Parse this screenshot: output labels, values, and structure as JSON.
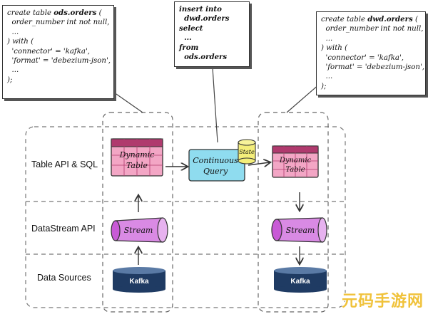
{
  "ods_box": {
    "lines": [
      "create table ",
      "ods.orders",
      " (",
      "  order_number int not null,",
      "  ...",
      ") with (",
      "  'connector' = 'kafka',",
      "  'format' = 'debezium-json',",
      "  ...",
      ");"
    ]
  },
  "ods_text": {
    "l1a": "create table ",
    "l1b": "ods.orders",
    "l1c": " (",
    "l2": "  order_number int not null,",
    "l3": "  ...",
    "l4": ") with (",
    "l5": "  'connector' = 'kafka',",
    "l6": "  'format' = 'debezium-json',",
    "l7": "  ...",
    "l8": ");"
  },
  "insert_text": {
    "l1": "insert into",
    "l2": "  dwd.orders",
    "l3": "select",
    "l4": "  ...",
    "l5": "from",
    "l6": "  ods.orders"
  },
  "dwd_text": {
    "l1a": "create table ",
    "l1b": "dwd.orders",
    "l1c": " (",
    "l2": "  order_number int not null,",
    "l3": "  ...",
    "l4": ") with (",
    "l5": "  'connector' = 'kafka',",
    "l6": "  'format' = 'debezium-json',",
    "l7": "  ...",
    "l8": ");"
  },
  "rows": {
    "table_api": "Table API & SQL",
    "datastream": "DataStream API",
    "sources": "Data Sources"
  },
  "nodes": {
    "dynamic_table_left_1": "Dynamic",
    "dynamic_table_left_2": "Table",
    "continuous_query_1": "Continuous",
    "continuous_query_2": "Query",
    "state": "State",
    "dynamic_table_right_1": "Dynamic",
    "dynamic_table_right_2": "Table",
    "stream_left": "Stream",
    "stream_right": "Stream",
    "kafka_left": "Kafka",
    "kafka_right": "Kafka"
  },
  "watermark": "元码手游网",
  "colors": {
    "table_pink": "#e97aa6",
    "table_grid": "#b03a6e",
    "query_blue": "#7fd3e8",
    "state_yellow": "#f4ee7a",
    "stream_purple": "#c85ad6",
    "kafka_navy": "#1f3b63"
  }
}
